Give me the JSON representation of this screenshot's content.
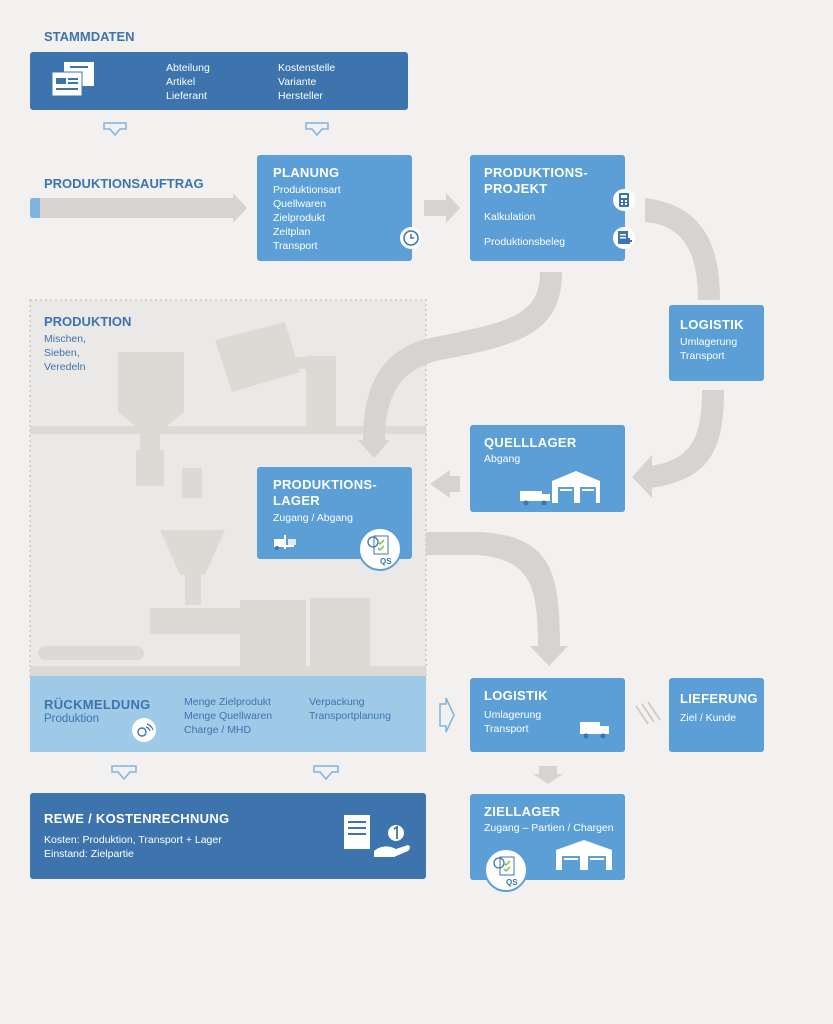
{
  "stammdaten": {
    "label": "STAMMDATEN",
    "col1": [
      "Abteilung",
      "Artikel",
      "Lieferant"
    ],
    "col2": [
      "Kostenstelle",
      "Variante",
      "Hersteller"
    ]
  },
  "produktionsauftrag": {
    "label": "PRODUKTIONSAUFTRAG"
  },
  "planung": {
    "title": "PLANUNG",
    "items": [
      "Produktionsart",
      "Quellwaren",
      "Zielprodukt",
      "Zeitplan",
      "Transport"
    ]
  },
  "projekt": {
    "title_line1": "PRODUKTIONS-",
    "title_line2": "PROJEKT",
    "items": [
      "Kalkulation",
      "Produktionsbeleg"
    ]
  },
  "logistik_top": {
    "title": "LOGISTIK",
    "items": [
      "Umlagerung",
      "Transport"
    ]
  },
  "produktion": {
    "title": "PRODUKTION",
    "items": [
      "Mischen,",
      "Sieben,",
      "Veredeln"
    ]
  },
  "quelllager": {
    "title": "QUELLLAGER",
    "sub": "Abgang"
  },
  "produktionslager": {
    "title_line1": "PRODUKTIONS-",
    "title_line2": "LAGER",
    "sub": "Zugang / Abgang",
    "qs": "QS"
  },
  "rueckmeldung": {
    "title": "RÜCKMELDUNG",
    "sub": "Produktion",
    "col1": [
      "Menge Zielprodukt",
      "Menge Quellwaren",
      "Charge / MHD"
    ],
    "col2": [
      "Verpackung",
      "Transportplanung"
    ]
  },
  "logistik_bottom": {
    "title": "LOGISTIK",
    "items": [
      "Umlagerung",
      "Transport"
    ]
  },
  "lieferung": {
    "title": "LIEFERUNG",
    "sub": "Ziel / Kunde"
  },
  "rewe": {
    "title": "REWE / KOSTENRECHNUNG",
    "items": [
      "Kosten: Produktion, Transport + Lager",
      "Einstand: Zielpartie"
    ]
  },
  "ziellager": {
    "title": "ZIELLAGER",
    "sub": "Zugang – Partien / Chargen",
    "qs": "QS"
  },
  "colors": {
    "dark": "#3d74ad",
    "mid": "#5b9fd6",
    "light": "#9ecae8",
    "arrow": "#d6d4d0",
    "bg": "#f3f1f0"
  }
}
